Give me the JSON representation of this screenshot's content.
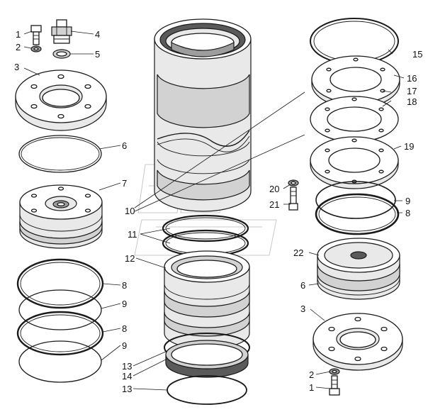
{
  "callouts": {
    "c1a": "1",
    "c2a": "2",
    "c3a": "3",
    "c4": "4",
    "c5": "5",
    "c6a": "6",
    "c7": "7",
    "c8a": "8",
    "c9a": "9",
    "c8b": "8",
    "c9b": "9",
    "c10": "10",
    "c11": "11",
    "c12": "12",
    "c13a": "13",
    "c14": "14",
    "c13b": "13",
    "c15": "15",
    "c16": "16",
    "c17": "17",
    "c18": "18",
    "c19": "19",
    "c20": "20",
    "c21": "21",
    "c9c": "9",
    "c8c": "8",
    "c22": "22",
    "c6b": "6",
    "c3b": "3",
    "c2b": "2",
    "c1b": "1"
  },
  "colors": {
    "line": "#1a1a1a",
    "background": "#ffffff",
    "shade_light": "#e9e9e9",
    "shade_mid": "#d2d2d2",
    "shade_dark": "#5a5a5a"
  }
}
